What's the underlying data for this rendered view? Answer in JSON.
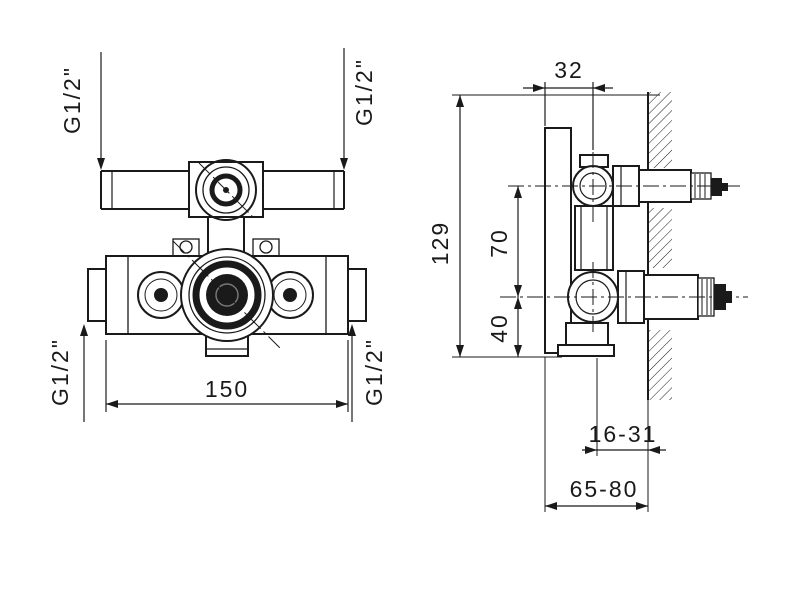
{
  "drawing": {
    "colors": {
      "line": "#1a1a1a",
      "background": "#ffffff"
    },
    "front_view": {
      "g12_top_left": "G1/2\"",
      "g12_top_right": "G1/2\"",
      "g12_bottom_left": "G1/2\"",
      "g12_bottom_right": "G1/2\"",
      "width_mm": "150"
    },
    "side_view": {
      "plate_depth": "32",
      "overall_height": "129",
      "port_spacing": "70",
      "bottom_offset": "40",
      "wall_depth_range": "16-31",
      "total_depth_range": "65-80"
    }
  }
}
